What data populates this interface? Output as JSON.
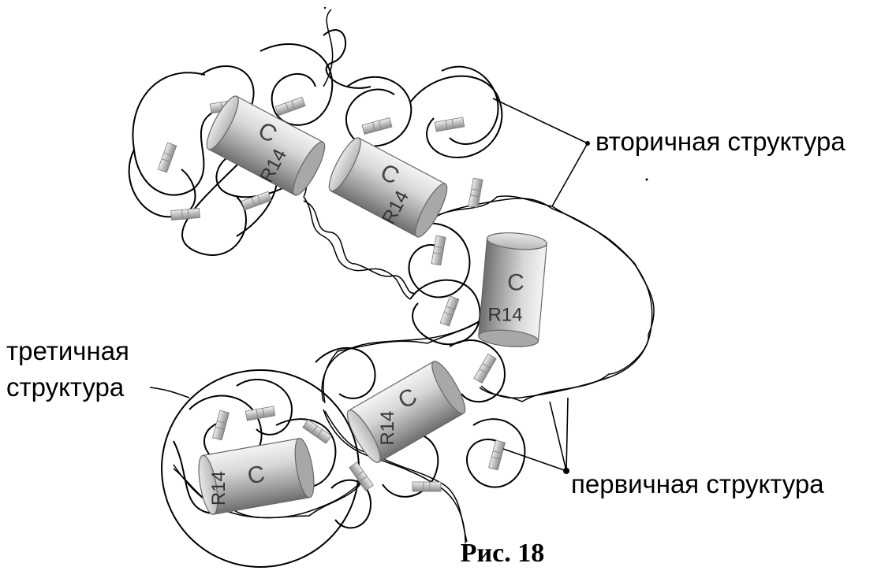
{
  "labels": {
    "secondary": "вторичная  структура",
    "tertiary_line1": "третичная",
    "tertiary_line2": "структура",
    "primary": "первичная   структура"
  },
  "caption": "Рис. 18",
  "cylinder": {
    "letter": "C",
    "code": "R14"
  }
}
